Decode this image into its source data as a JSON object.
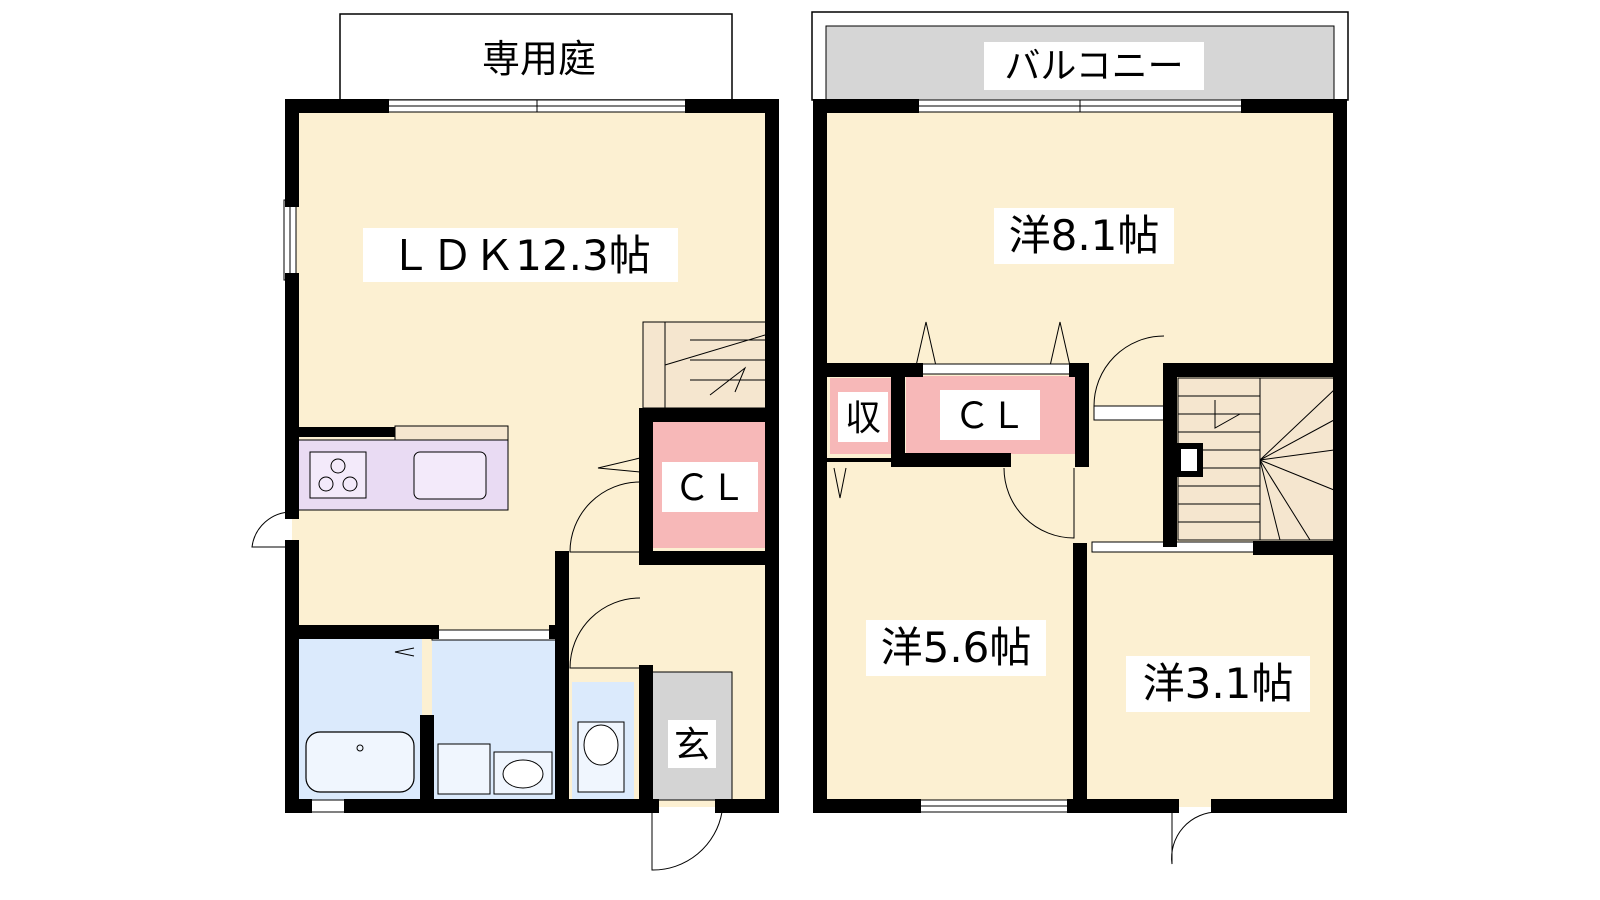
{
  "first_floor": {
    "garden": "専用庭",
    "ldk": "ＬＤＫ12.3帖",
    "closet": "ＣＬ",
    "entrance": "玄"
  },
  "second_floor": {
    "balcony": "バルコニー",
    "room_large": "洋8.1帖",
    "storage": "収",
    "closet": "ＣＬ",
    "room_medium": "洋5.6帖",
    "room_small": "洋3.1帖"
  },
  "colors": {
    "floor": "#fcf0d2",
    "closet": "#f7b8b8",
    "wet_area": "#dbeafc",
    "kitchen": "#e9dbf3",
    "stairs": "#f5e6cf",
    "genkan": "#d4d4d4",
    "balcony": "#d6d6d6",
    "wall": "#000000"
  }
}
